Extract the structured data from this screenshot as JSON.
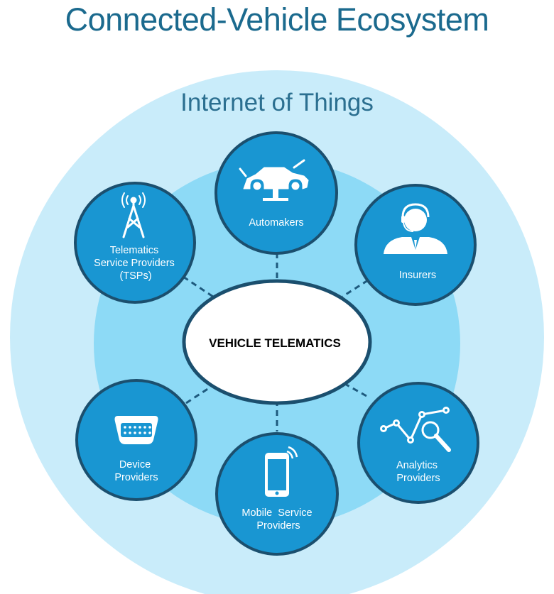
{
  "title": "Connected-Vehicle Ecosystem",
  "ring_label": "Internet of Things",
  "center_label": "VEHICLE TELEMATICS",
  "colors": {
    "title": "#1b6a8e",
    "outer_ring": "#c9ecfa",
    "inner_ring": "#8ddaf6",
    "node_fill": "#1996d2",
    "node_border": "#1b4f6e",
    "connector": "#1e5a7e"
  },
  "nodes": [
    {
      "id": "automakers",
      "icon": "car-chassis-icon",
      "lines": [
        "Automakers"
      ]
    },
    {
      "id": "insurers",
      "icon": "agent-headset-icon",
      "lines": [
        "Insurers"
      ]
    },
    {
      "id": "analytics",
      "icon": "analytics-magnifier-icon",
      "lines": [
        "Analytics",
        "Providers"
      ]
    },
    {
      "id": "mobile",
      "icon": "smartphone-icon",
      "lines": [
        "Mobile  Service",
        "Providers"
      ]
    },
    {
      "id": "device",
      "icon": "obd-connector-icon",
      "lines": [
        "Device",
        "Providers"
      ]
    },
    {
      "id": "tsp",
      "icon": "cell-tower-icon",
      "lines": [
        "Telematics",
        "Service Providers",
        "(TSPs)"
      ]
    }
  ]
}
